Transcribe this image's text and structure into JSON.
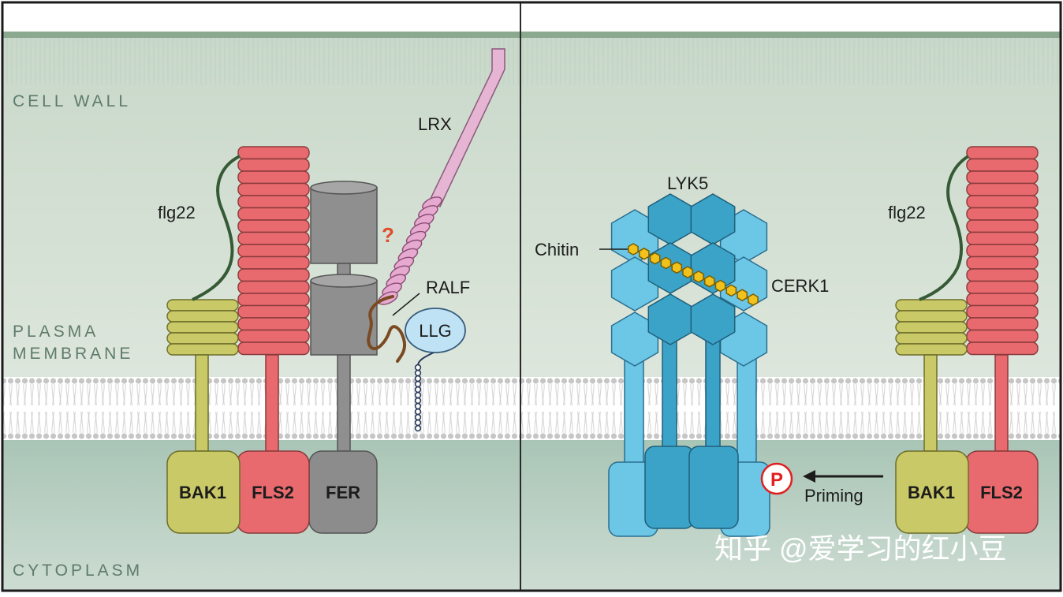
{
  "regions": {
    "cell_wall": "CELL WALL",
    "plasma_membrane_line1": "PLASMA",
    "plasma_membrane_line2": "MEMBRANE",
    "cytoplasm": "CYTOPLASM"
  },
  "left_panel": {
    "flg22": "flg22",
    "lrx": "LRX",
    "question": "?",
    "ralf": "RALF",
    "llg": "LLG",
    "bak1": "BAK1",
    "fls2": "FLS2",
    "fer": "FER"
  },
  "right_panel": {
    "lyk5": "LYK5",
    "chitin": "Chitin",
    "cerk1": "CERK1",
    "flg22": "flg22",
    "phospho": "P",
    "priming": "Priming",
    "bak1": "BAK1",
    "fls2": "FLS2"
  },
  "watermark": "知乎 @爱学习的红小豆",
  "colors": {
    "cell_wall": "#cfdccf",
    "cytoplasm": "#bfd5c9",
    "fls2": "#e86a6e",
    "bak1": "#c9c967",
    "fer": "#8c8c8c",
    "lrx": "#e6a9cf",
    "ralf": "#7a4a22",
    "llg": "#bfe3f5",
    "lyk5": "#3ba3c8",
    "cerk1": "#6cc6e6",
    "chitin": "#f2c21c",
    "question": "#e04b28",
    "phospho": "#e02020"
  }
}
